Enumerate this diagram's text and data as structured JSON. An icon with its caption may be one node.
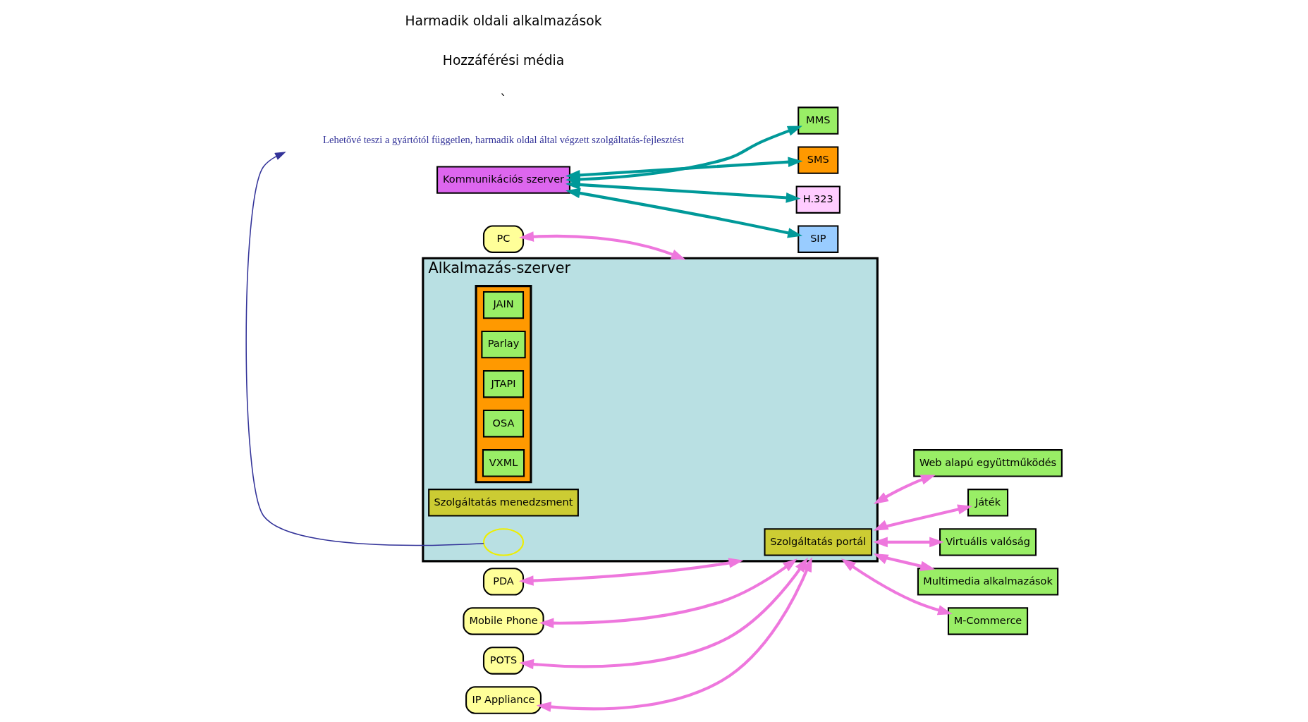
{
  "diagram": {
    "nodes": [
      {
        "text": [
          "PC"
        ]
      },
      {
        "text": [
          "PDA"
        ]
      },
      {
        "text": [
          "Mobile Phone"
        ]
      },
      {
        "text": [
          "POTS"
        ]
      },
      {
        "text": [
          "IP Appliance"
        ]
      },
      {
        "text": [
          "Alkalmazás-szerver"
        ]
      },
      {
        "text": [
          "Szolgáltatás portál"
        ],
        "in": 5
      },
      {
        "text": [],
        "shape": "box",
        "in": 5
      },
      {
        "text": [
          "JAIN"
        ],
        "in": 7
      },
      {
        "text": [
          "Parlay"
        ],
        "in": 7
      },
      {
        "text": [
          "JTAPI"
        ],
        "in": 7
      },
      {
        "text": [
          "OSA"
        ],
        "in": 7
      },
      {
        "text": [
          "VXML"
        ],
        "in": 7
      },
      {
        "text": [
          "Szolgáltatás menedzsment"
        ],
        "in": 5
      },
      {
        "text": [
          "Web alapú együttműködés"
        ]
      },
      {
        "text": [
          "Játék"
        ]
      },
      {
        "text": [
          "Virtuális valóság"
        ]
      },
      {
        "text": [
          "Multimedia alkalmazások"
        ]
      },
      {
        "text": [
          "M-Commerce"
        ]
      },
      {
        "text": [
          "Kommunikációs szerver"
        ]
      },
      {
        "text": [
          "MMS"
        ]
      },
      {
        "text": [
          "SMS"
        ]
      },
      {
        "text": [
          "H.323"
        ]
      },
      {
        "text": [
          "SIP"
        ]
      },
      {
        "text": [],
        "shape": "ellipse",
        "in": 5
      },
      {
        "text": [
          "Lehetővé teszi a gyártótól független, harmadik oldal által végzett szolgáltatás-fejlesztést"
        ]
      }
    ],
    "edges": [
      {
        "from": 0,
        "to": 5,
        "arrow": "both"
      },
      {
        "from": 1,
        "to": 5,
        "arrow": "both"
      },
      {
        "from": 2,
        "to": 5,
        "arrow": "both"
      },
      {
        "from": 3,
        "to": 5,
        "arrow": "both"
      },
      {
        "from": 4,
        "to": 5,
        "arrow": "both"
      },
      {
        "from": 5,
        "to": 14,
        "arrow": "both"
      },
      {
        "from": 5,
        "to": 15,
        "arrow": "both"
      },
      {
        "from": 5,
        "to": 16,
        "arrow": "both"
      },
      {
        "from": 5,
        "to": 17,
        "arrow": "both"
      },
      {
        "from": 5,
        "to": 18,
        "arrow": "both"
      },
      {
        "from": 19,
        "to": 20,
        "arrow": "both",
        "color": "#009999"
      },
      {
        "from": 19,
        "to": 21,
        "arrow": "both",
        "color": "#009999"
      },
      {
        "from": 19,
        "to": 22,
        "arrow": "both",
        "color": "#009999"
      },
      {
        "from": 19,
        "to": 23,
        "arrow": "both",
        "color": "#009999"
      },
      {
        "from": 24,
        "to": 25,
        "arrow": "to",
        "color": "#333399"
      }
    ],
    "labels": [
      "`",
      "Hozzáférési média",
      "Harmadik oldali alkalmazások"
    ]
  }
}
